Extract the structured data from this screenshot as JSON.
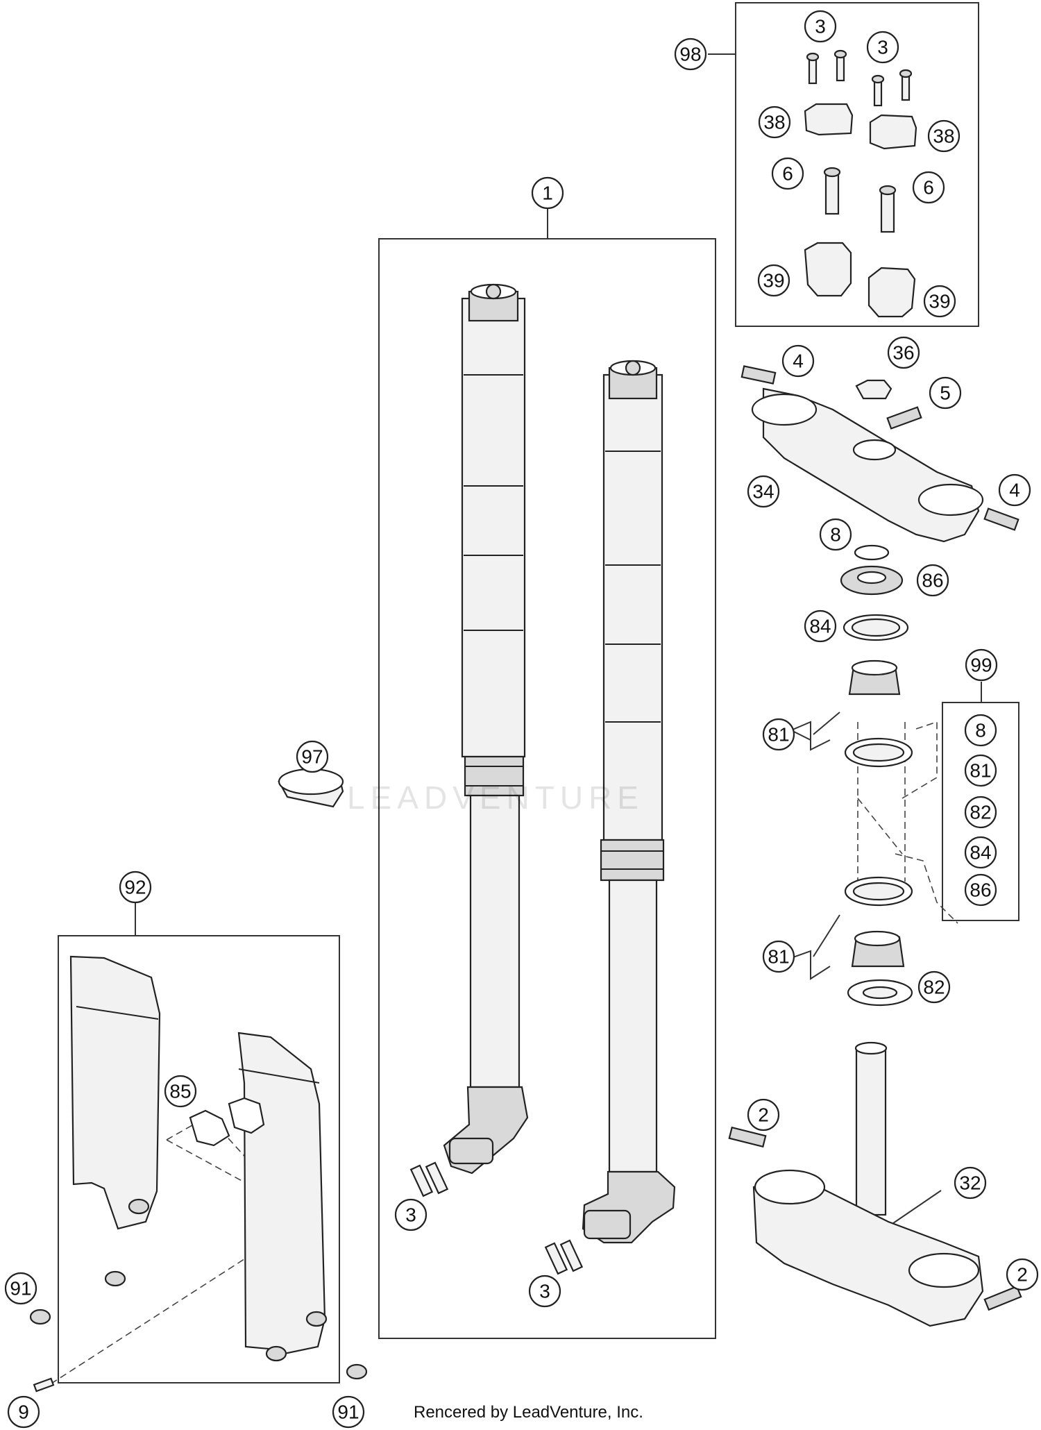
{
  "watermark": "LEADVENTURE",
  "credit": "Rencered by LeadVenture, Inc.",
  "callouts": [
    {
      "label": "98"
    },
    {
      "label": "3"
    },
    {
      "label": "3"
    },
    {
      "label": "38"
    },
    {
      "label": "38"
    },
    {
      "label": "6"
    },
    {
      "label": "6"
    },
    {
      "label": "39"
    },
    {
      "label": "39"
    },
    {
      "label": "1"
    },
    {
      "label": "4"
    },
    {
      "label": "36"
    },
    {
      "label": "5"
    },
    {
      "label": "34"
    },
    {
      "label": "4"
    },
    {
      "label": "8"
    },
    {
      "label": "86"
    },
    {
      "label": "84"
    },
    {
      "label": "99"
    },
    {
      "label": "81"
    },
    {
      "label": "8"
    },
    {
      "label": "81"
    },
    {
      "label": "82"
    },
    {
      "label": "84"
    },
    {
      "label": "86"
    },
    {
      "label": "97"
    },
    {
      "label": "92"
    },
    {
      "label": "81"
    },
    {
      "label": "82"
    },
    {
      "label": "85"
    },
    {
      "label": "2"
    },
    {
      "label": "32"
    },
    {
      "label": "3"
    },
    {
      "label": "3"
    },
    {
      "label": "2"
    },
    {
      "label": "91"
    },
    {
      "label": "9"
    },
    {
      "label": "91"
    }
  ]
}
